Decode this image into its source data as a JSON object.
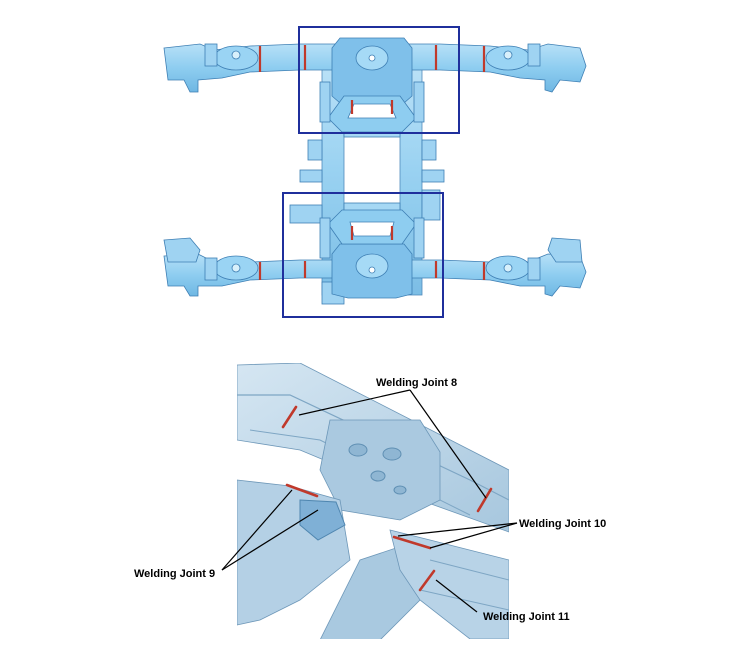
{
  "labels": {
    "joint8": "Welding Joint 8",
    "joint9": "Welding Joint 9",
    "joint10": "Welding Joint 10",
    "joint11": "Welding Joint 11"
  },
  "colors": {
    "frame_fill": "#8ecdf0",
    "frame_dark": "#5fa6d6",
    "frame_edge": "#3e7fb4",
    "weld": "#c0392b",
    "highlight_box": "#1f2f9c",
    "detail_bg": "#bcd6e8"
  }
}
